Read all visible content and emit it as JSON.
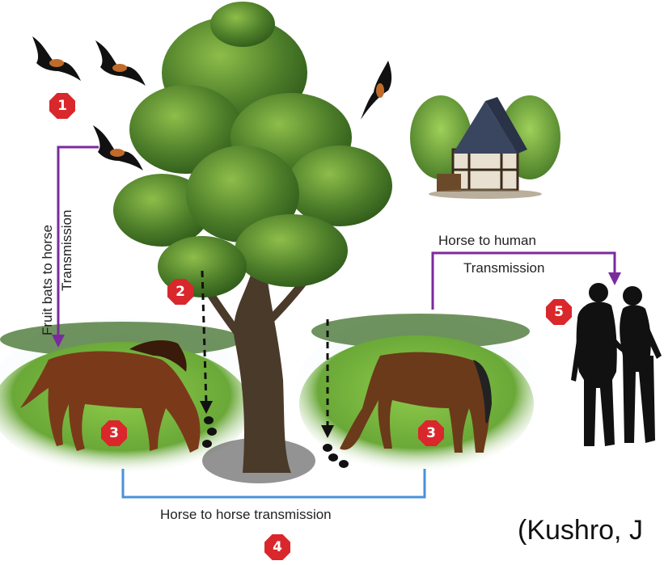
{
  "labels": {
    "bat_to_horse": "Fruit bats to horse Transmission",
    "bat_to_horse_line1": "Fruit bats to horse",
    "bat_to_horse_line2": "Transmission",
    "horse_to_human_line1": "Horse to human",
    "horse_to_human_line2": "Transmission",
    "horse_to_horse": "Horse to horse transmission",
    "citation": "(Kushro, J"
  },
  "badges": {
    "b1": "1",
    "b2": "2",
    "b3_left": "3",
    "b3_right": "3",
    "b4": "4",
    "b5": "5"
  },
  "colors": {
    "badge": "#d9272b",
    "purple_arrow": "#7b2a9e",
    "blue_bracket": "#4a90d9",
    "silhouette": "#111111"
  },
  "icons": [
    "bat-icon",
    "tree-icon",
    "house-icon",
    "horse-icon",
    "human-silhouette-icon",
    "droppings-icon"
  ]
}
